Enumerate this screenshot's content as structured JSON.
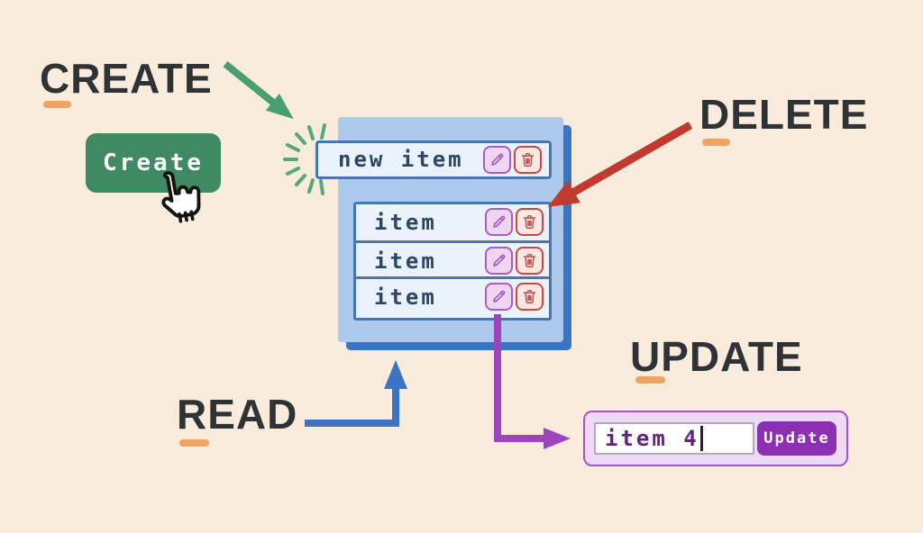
{
  "headings": {
    "create": "CREATE",
    "read": "READ",
    "update": "UPDATE",
    "delete": "DELETE"
  },
  "create_button": {
    "label": "Create"
  },
  "panel": {
    "new_item": {
      "text": "new item"
    },
    "items": [
      {
        "text": "item"
      },
      {
        "text": "item"
      },
      {
        "text": "item"
      }
    ]
  },
  "update_form": {
    "input_value": "item 4",
    "button_label": "Update"
  },
  "icons": {
    "edit": "pencil-icon",
    "delete": "trash-icon",
    "pointer": "cursor-hand-icon"
  },
  "colors": {
    "background": "#f9ecdc",
    "heading_text": "#2e3338",
    "accent_orange": "#f1a35f",
    "green_arrow": "#4a9e73",
    "create_button_green": "#3f8a63",
    "blue": "#3a74c3",
    "panel_blue": "#adcaec",
    "row_bg": "#eaf2fb",
    "row_border": "#4577b2",
    "red_arrow": "#c23a2e",
    "purple_arrow": "#9c45be",
    "edit_purple": "#a75cc7",
    "delete_red": "#c8493f",
    "update_button_purple": "#8d2fb2"
  }
}
